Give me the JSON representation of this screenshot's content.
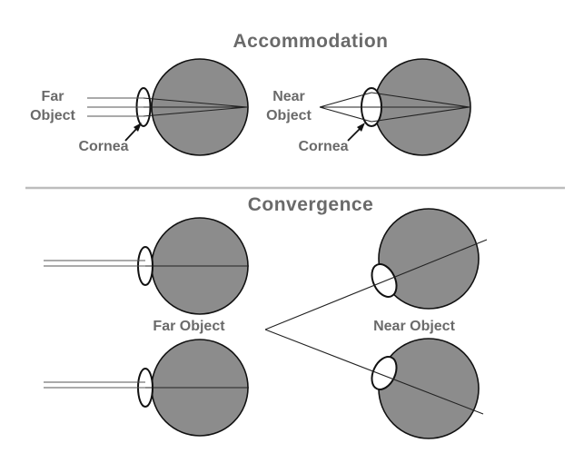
{
  "headings": {
    "accommodation": "Accommodation",
    "convergence": "Convergence"
  },
  "accommodation": {
    "far_label_line1": "Far",
    "far_label_line2": "Object",
    "near_label_line1": "Near",
    "near_label_line2": "Object",
    "cornea_label_left": "Cornea",
    "cornea_label_right": "Cornea"
  },
  "convergence": {
    "far_label": "Far Object",
    "near_label": "Near Object"
  },
  "colors": {
    "eyeball": "#8c8c8c",
    "text": "#6a6a6a",
    "lens": "#ffffff",
    "outline": "#111111"
  }
}
